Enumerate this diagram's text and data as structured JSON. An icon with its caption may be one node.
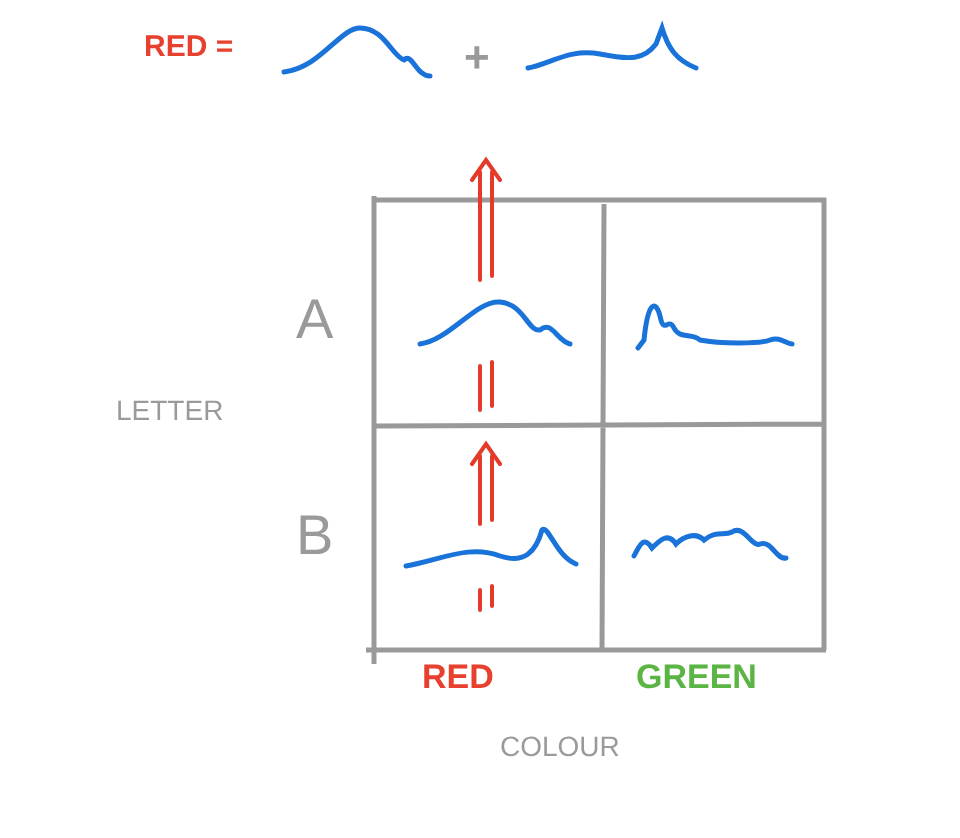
{
  "diagram": {
    "labels": [
      "RED =",
      "+",
      "A",
      "B",
      "LETTER",
      "RED",
      "GREEN",
      "COLOUR"
    ]
  }
}
